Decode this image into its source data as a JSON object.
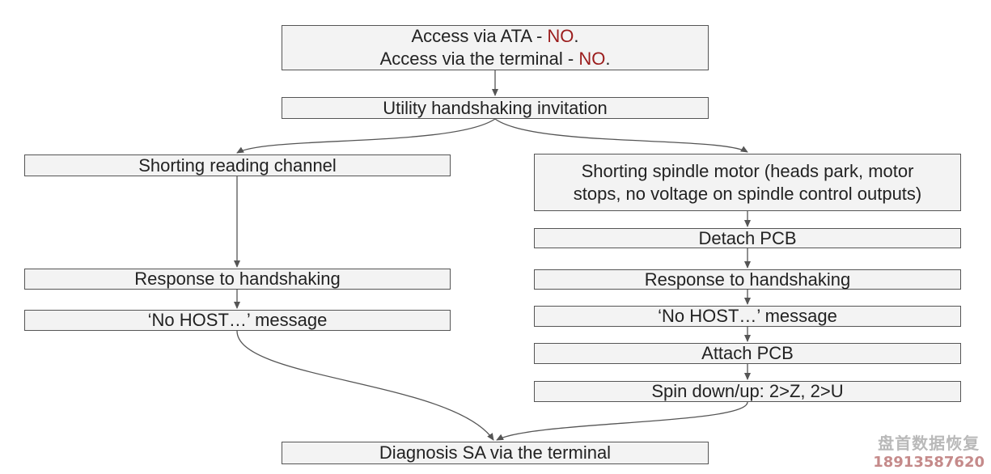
{
  "nodes": {
    "access": {
      "line1_prefix": "Access via ATA - ",
      "line1_flag": "NO",
      "line1_suffix": ".",
      "line2_prefix": "Access via the terminal - ",
      "line2_flag": "NO",
      "line2_suffix": "."
    },
    "utility": "Utility handshaking invitation",
    "left": {
      "shorting_reading": "Shorting reading channel",
      "response": "Response to handshaking",
      "nohost": "‘No HOST…’ message"
    },
    "right": {
      "shorting_spindle_line1": "Shorting spindle motor (heads park, motor",
      "shorting_spindle_line2": "stops, no voltage on spindle control outputs)",
      "detach": "Detach PCB",
      "response": "Response to handshaking",
      "nohost": "‘No HOST…’ message",
      "attach": "Attach PCB",
      "spin": "Spin down/up: 2>Z, 2>U"
    },
    "diagnosis": "Diagnosis SA via the terminal"
  },
  "colors": {
    "flag": "#9b1c1c",
    "box_fill": "#f3f3f3",
    "edge": "#555555"
  },
  "watermark": {
    "name": "盘首数据恢复",
    "phone": "18913587620"
  }
}
